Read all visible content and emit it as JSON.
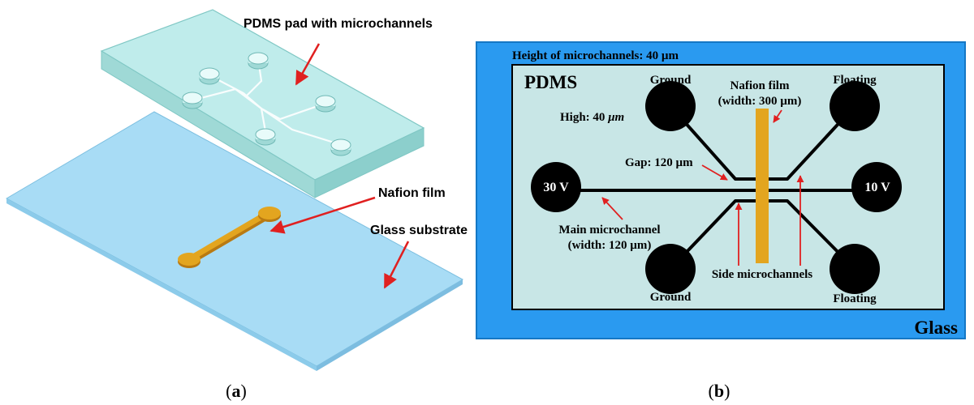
{
  "panel_a": {
    "caption_letter": "a",
    "labels": {
      "pdms_pad": "PDMS pad with microchannels",
      "nafion": "Nafion film",
      "glass": "Glass substrate"
    }
  },
  "panel_b": {
    "caption_letter": "b",
    "height_label": "Height of microchannels: 40 µm",
    "pdms": "PDMS",
    "glass": "Glass",
    "high": "High: 40 ",
    "high_unit": "μm",
    "nafion_title": "Nafion film",
    "nafion_width": "(width: 300 µm)",
    "gap": "Gap: 120 µm",
    "main_channel_1": "Main microchannel",
    "main_channel_2": "(width: 120 µm)",
    "side_channels": "Side microchannels",
    "ports": {
      "left": "30 V",
      "right": "10 V",
      "top_left": "Ground",
      "bottom_left": "Ground",
      "top_right": "Floating",
      "bottom_right": "Floating"
    }
  },
  "colors": {
    "glass_blue": "#2a9af0",
    "pdms_fill": "#c8e6e6",
    "nafion_orange": "#e3a51f",
    "arrow_red": "#e02020"
  }
}
